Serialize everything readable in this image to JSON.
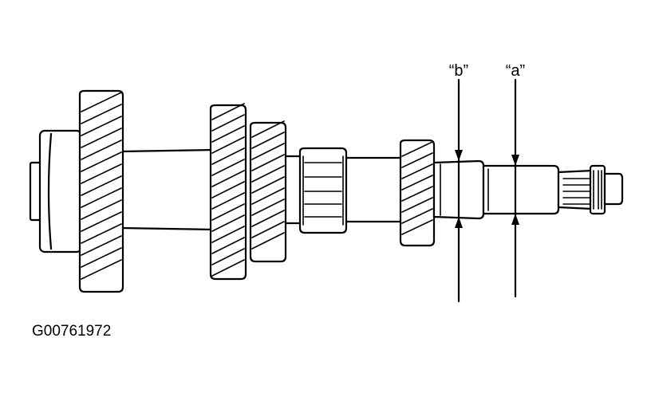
{
  "labels": {
    "a": "“a”",
    "b": "“b”"
  },
  "figure_id": "G00761972"
}
